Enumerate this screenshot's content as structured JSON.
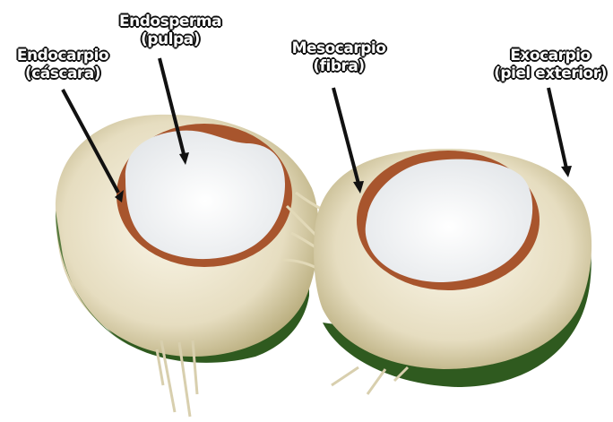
{
  "labels": {
    "endocarpio": {
      "line1": "Endocarpio",
      "line2": "(cáscara)"
    },
    "endosperma": {
      "line1": "Endosperma",
      "line2": "(pulpa)"
    },
    "mesocarpio": {
      "line1": "Mesocarpio",
      "line2": "(fibra)"
    },
    "exocarpio": {
      "line1": "Exocarpio",
      "line2": "(piel exterior)"
    }
  },
  "colors": {
    "rind_green": "#2f5a1f",
    "husk_fiber": "#e9e2c8",
    "shell_brown": "#a8552d",
    "flesh_white": "#f6f7f8",
    "pointer": "#111111"
  }
}
